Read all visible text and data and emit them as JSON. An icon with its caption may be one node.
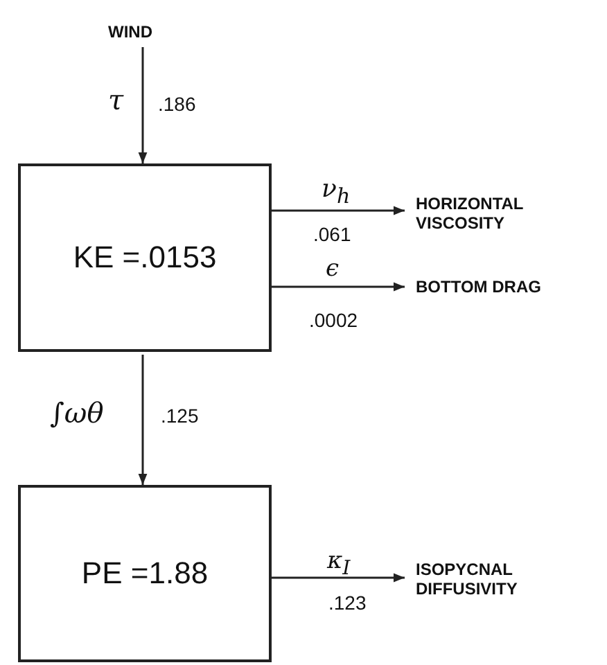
{
  "diagram": {
    "nodes": [
      {
        "text": [
          "WIND"
        ]
      },
      {
        "text": [
          "KE =.0153"
        ]
      },
      {
        "text": [
          "HORIZONTAL VISCOSITY"
        ]
      },
      {
        "text": [
          "BOTTOM DRAG"
        ]
      },
      {
        "text": [
          "PE =1.88"
        ]
      },
      {
        "text": [
          "ISOPYCNAL DIFFUSIVITY"
        ]
      }
    ],
    "edges": [
      {
        "from": 0,
        "to": 1,
        "arrow": "to",
        "label": "τ"
      },
      {
        "from": 1,
        "to": 2,
        "arrow": "to",
        "label": "ν$_{h}$"
      },
      {
        "from": 1,
        "to": 3,
        "arrow": "to",
        "label": "ϵ"
      },
      {
        "from": 1,
        "to": 4,
        "arrow": "to",
        "label": "∫ωθ"
      },
      {
        "from": 4,
        "to": 5,
        "arrow": "to",
        "label": "κ$_{I}$"
      }
    ],
    "labels": [
      ".186",
      ".061",
      ".0002",
      ".125",
      ".123"
    ]
  }
}
